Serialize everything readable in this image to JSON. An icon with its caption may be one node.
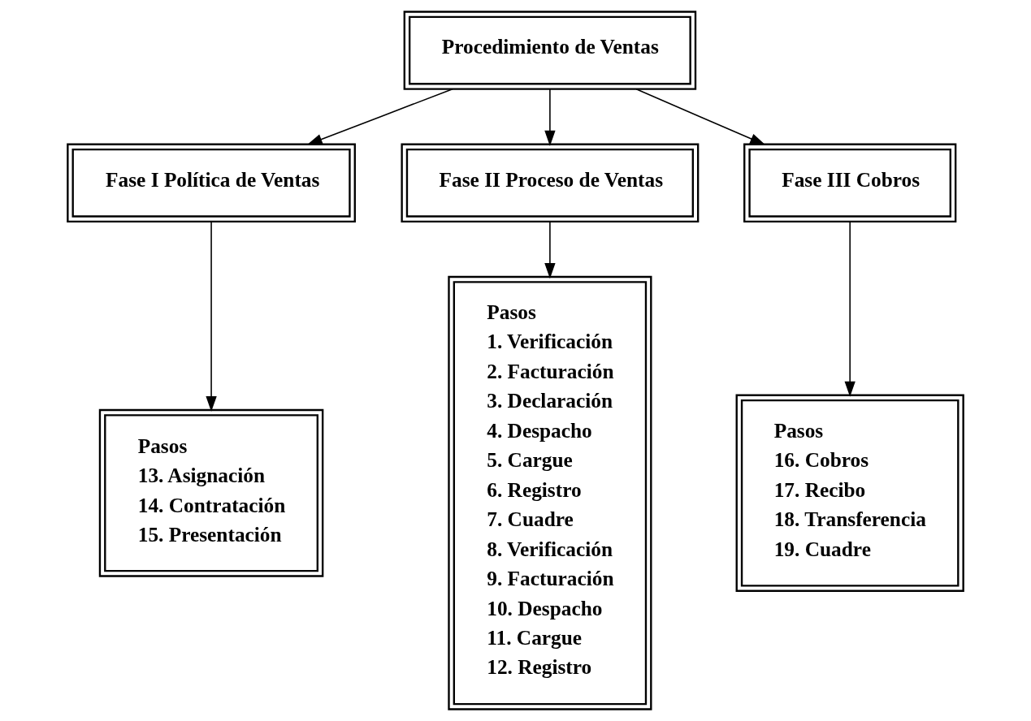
{
  "diagram": {
    "nodes": [
      {
        "text": [
          "Procedimiento de Ventas"
        ]
      },
      {
        "text": [
          "Fase I Política de Ventas"
        ]
      },
      {
        "text": [
          "Fase II Proceso de Ventas"
        ]
      },
      {
        "text": [
          "Fase III Cobros"
        ]
      },
      {
        "text": [
          "Pasos",
          "13. Asignación",
          "14. Contratación",
          "15. Presentación"
        ]
      },
      {
        "text": [
          "Pasos",
          "1. Verificación",
          "2. Facturación",
          "3. Declaración",
          "4. Despacho",
          "5. Cargue",
          "6. Registro",
          "7. Cuadre",
          "8. Verificación",
          "9. Facturación",
          "10. Despacho",
          "11. Cargue",
          "12. Registro"
        ]
      },
      {
        "text": [
          "Pasos",
          "16. Cobros",
          "17. Recibo",
          "18. Transferencia",
          "19. Cuadre"
        ]
      }
    ],
    "edges": [
      {
        "from": 0,
        "to": 1,
        "arrow": "to"
      },
      {
        "from": 0,
        "to": 2,
        "arrow": "to"
      },
      {
        "from": 0,
        "to": 3,
        "arrow": "to"
      },
      {
        "from": 1,
        "to": 4,
        "arrow": "to"
      },
      {
        "from": 2,
        "to": 5,
        "arrow": "to"
      },
      {
        "from": 3,
        "to": 6,
        "arrow": "to"
      }
    ]
  }
}
